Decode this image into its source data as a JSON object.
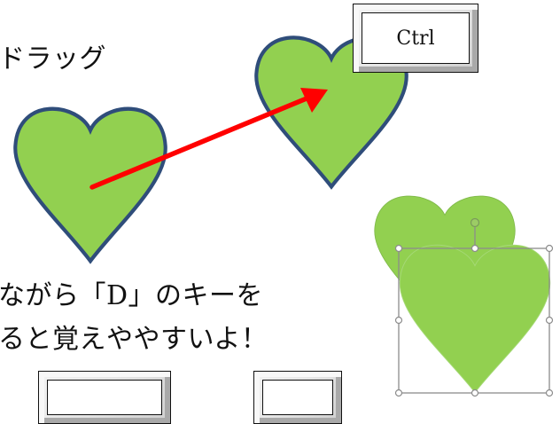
{
  "text": {
    "drag_label": "ドラッグ",
    "instruction_line1": "ながら「D」のキーを",
    "instruction_line2": "ると覚えややすいよ！"
  },
  "keys": {
    "ctrl": "Ctrl",
    "bottom_left": "",
    "bottom_right": ""
  },
  "colors": {
    "heart_fill": "#92d050",
    "heart_outline": "#2f4d7a",
    "arrow": "#ff0000",
    "selection_box": "#8c8c8c"
  }
}
